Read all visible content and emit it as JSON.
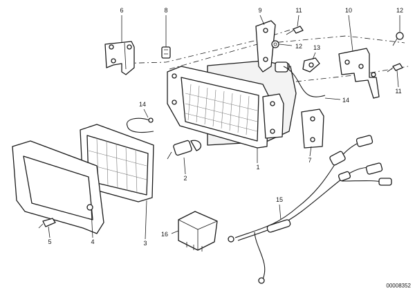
{
  "callouts": [
    {
      "id": "1",
      "label": "1"
    },
    {
      "id": "2",
      "label": "2"
    },
    {
      "id": "3",
      "label": "3"
    },
    {
      "id": "4",
      "label": "4"
    },
    {
      "id": "5",
      "label": "5"
    },
    {
      "id": "6",
      "label": "6"
    },
    {
      "id": "7",
      "label": "7"
    },
    {
      "id": "8",
      "label": "8"
    },
    {
      "id": "9",
      "label": "9"
    },
    {
      "id": "10",
      "label": "10"
    },
    {
      "id": "11a",
      "label": "11"
    },
    {
      "id": "11b",
      "label": "11"
    },
    {
      "id": "12a",
      "label": "12"
    },
    {
      "id": "12b",
      "label": "12"
    },
    {
      "id": "13",
      "label": "13"
    },
    {
      "id": "14a",
      "label": "14"
    },
    {
      "id": "14b",
      "label": "14"
    },
    {
      "id": "15",
      "label": "15"
    },
    {
      "id": "16",
      "label": "16"
    }
  ],
  "catalog_number": "00008352",
  "colors": {
    "line": "#1a1a1a",
    "background": "#ffffff"
  }
}
